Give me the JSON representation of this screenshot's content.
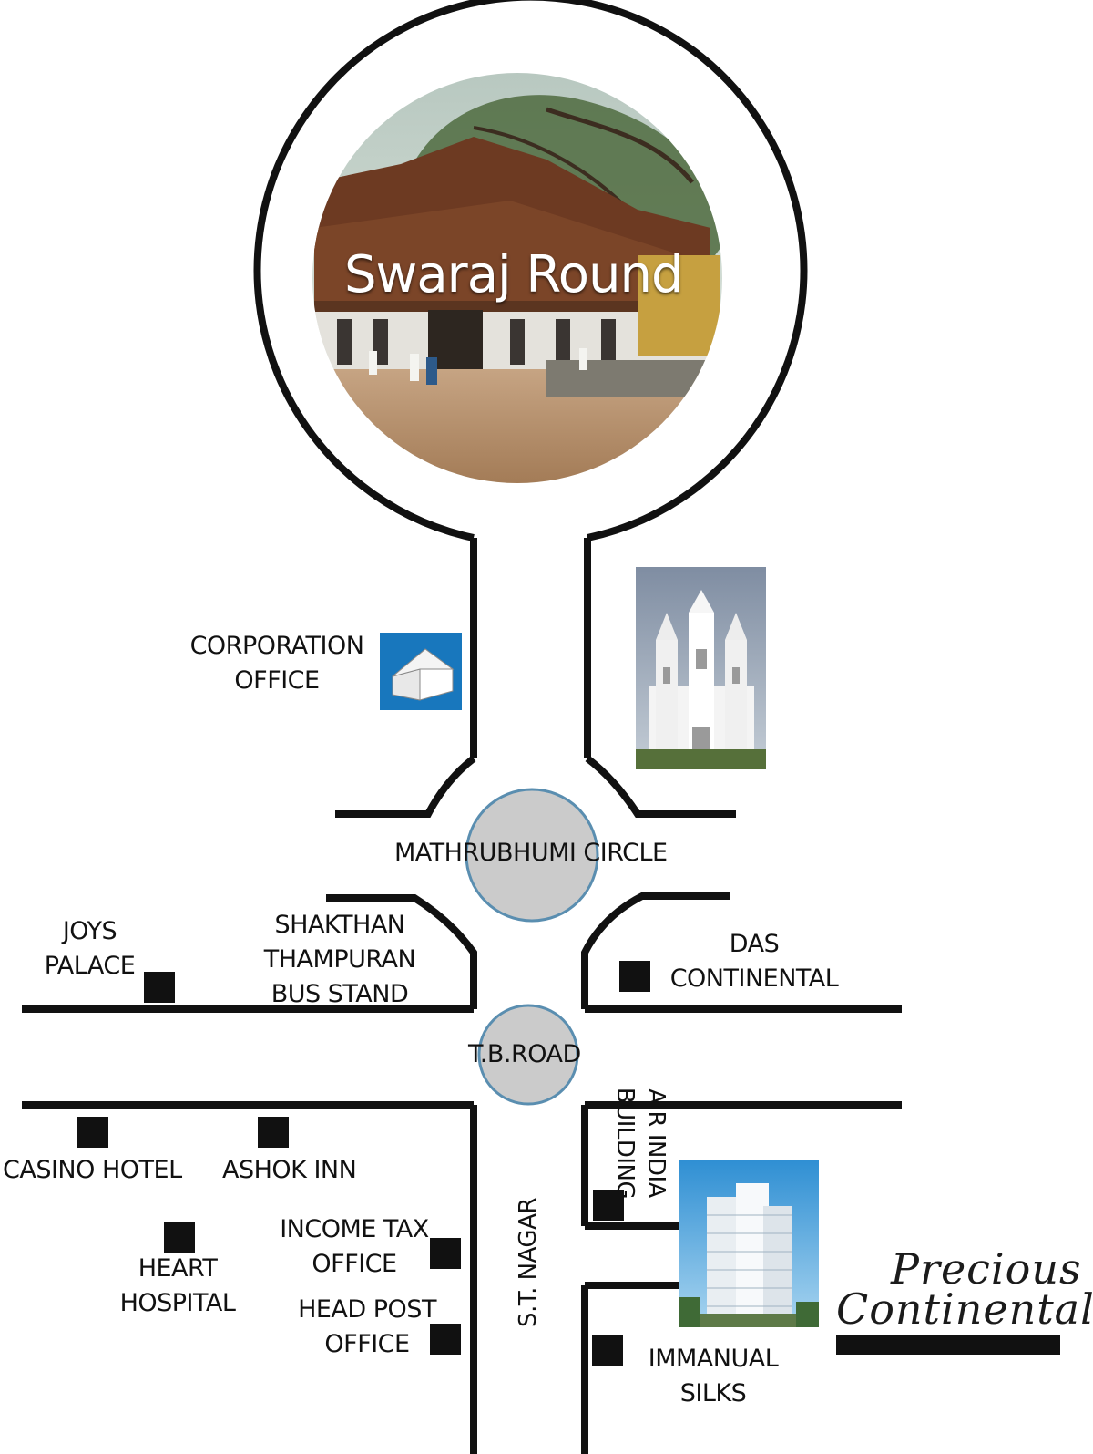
{
  "colors": {
    "road": "#111111",
    "circle_fill": "#cccccc",
    "circle_stroke": "#4a88b0",
    "marker": "#111111",
    "corporation_icon_bg": "#1877bd"
  },
  "landmarks": {
    "swaraj_round": "Swaraj Round",
    "corporation_office": {
      "line1": "CORPORATION",
      "line2": "OFFICE"
    },
    "mathrubhumi_circle": "MATHRUBHUMI CIRCLE",
    "joys_palace": {
      "line1": "JOYS",
      "line2": "PALACE"
    },
    "shakthan_bus_stand": {
      "line1": "SHAKTHAN",
      "line2": "THAMPURAN",
      "line3": "BUS STAND"
    },
    "das_continental": {
      "line1": "DAS",
      "line2": "CONTINENTAL"
    },
    "tb_road": "T.B.ROAD",
    "casino_hotel": "CASINO HOTEL",
    "ashok_inn": "ASHOK INN",
    "air_india_building": {
      "line1": "AIR INDIA",
      "line2": "BUILDING"
    },
    "heart_hospital": {
      "line1": "HEART",
      "line2": "HOSPITAL"
    },
    "income_tax_office": {
      "line1": "INCOME TAX",
      "line2": "OFFICE"
    },
    "head_post_office": {
      "line1": "HEAD POST",
      "line2": "OFFICE"
    },
    "st_nagar": "S.T. NAGAR",
    "immanual_silks": {
      "line1": "IMMANUAL",
      "line2": "SILKS"
    }
  },
  "brand": {
    "line1": "Precious",
    "line2": "Continental"
  },
  "icons": {
    "corporation": "building-icon",
    "church": "church-photo",
    "project": "apartment-tower-photo",
    "marker": "square-marker-icon"
  }
}
